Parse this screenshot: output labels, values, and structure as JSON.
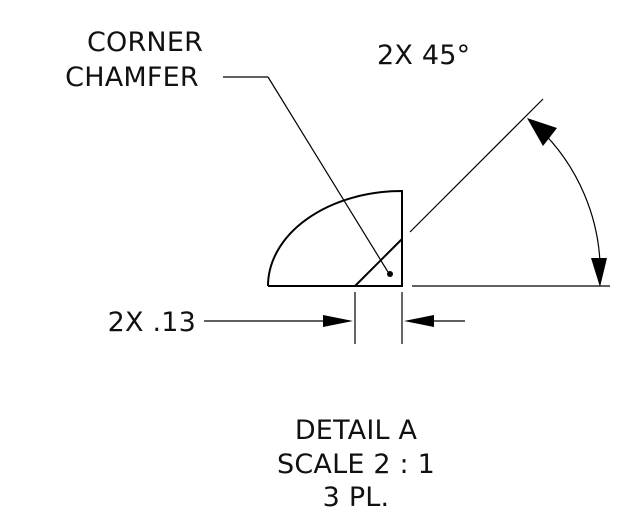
{
  "labels": {
    "chamfer_line1": "CORNER",
    "chamfer_line2": "CHAMFER",
    "angle": "2X 45°",
    "dimension": "2X .13",
    "detail_title": "DETAIL A",
    "detail_scale": "SCALE 2 : 1",
    "detail_places": "3 PL."
  },
  "colors": {
    "line": "#000000",
    "text": "#111111",
    "background": "#ffffff"
  }
}
